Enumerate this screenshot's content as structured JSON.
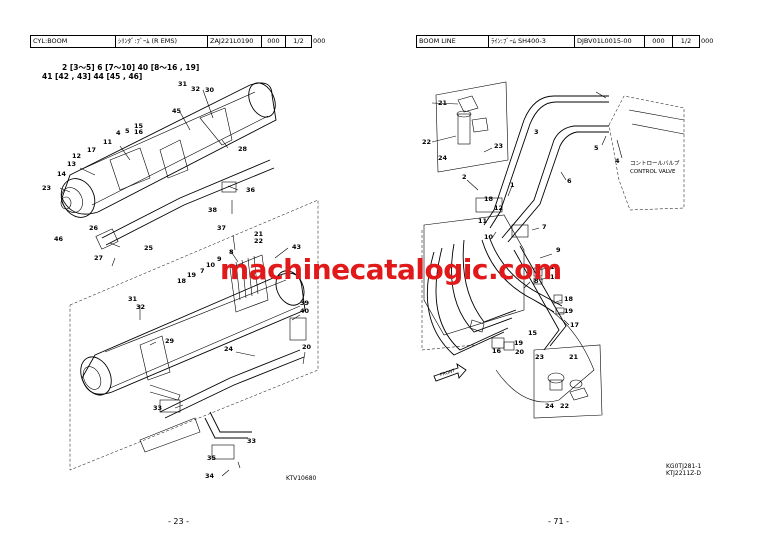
{
  "left_page": {
    "header": {
      "section": "CYL:BOOM",
      "title": "ｼﾘﾝﾀﾞ:ﾌﾞｰﾑ (R EMS)",
      "part_code": "ZAJ221L0190",
      "rev": "000",
      "sheet": "1/2",
      "tail": "000"
    },
    "groups": [
      "2 [3～5]   6 [7～10]   40 [8～16 , 19]",
      "41 [42 , 43]   44 [45 , 46]"
    ],
    "labels": [
      "31",
      "32",
      "30",
      "45",
      "15",
      "16",
      "5",
      "4",
      "11",
      "17",
      "12",
      "13",
      "14",
      "23",
      "26",
      "46",
      "28",
      "36",
      "38",
      "37",
      "25",
      "27",
      "21",
      "22",
      "8",
      "9",
      "10",
      "7",
      "19",
      "18",
      "43",
      "39",
      "40",
      "20",
      "31",
      "32",
      "29",
      "24",
      "33",
      "33",
      "35",
      "34"
    ],
    "figure_code": "KTV10680",
    "page_number": "- 23 -"
  },
  "right_page": {
    "header": {
      "section": "BOOM LINE",
      "title": "ﾗｲﾝ:ﾌﾞｰﾑ SH400-3",
      "part_code": "DJBV01L0015-00",
      "rev": "000",
      "sheet": "1/2",
      "tail": "000"
    },
    "labels": [
      "21",
      "22",
      "24",
      "23",
      "3",
      "5",
      "6",
      "4",
      "2",
      "1",
      "18",
      "12",
      "11",
      "10",
      "7",
      "9",
      "13",
      "14",
      "8",
      "18",
      "19",
      "17",
      "15",
      "19",
      "16",
      "20",
      "23",
      "21",
      "24",
      "22"
    ],
    "control_valve_jp": "コントロールバルブ",
    "control_valve_en": "CONTROL VALVE",
    "front_marker": "FRONT",
    "figure_codes": [
      "KG0TJ281-1",
      "KTJ2211Z-D"
    ],
    "page_number": "- 71 -"
  },
  "watermark": "machinecatalogic.com"
}
